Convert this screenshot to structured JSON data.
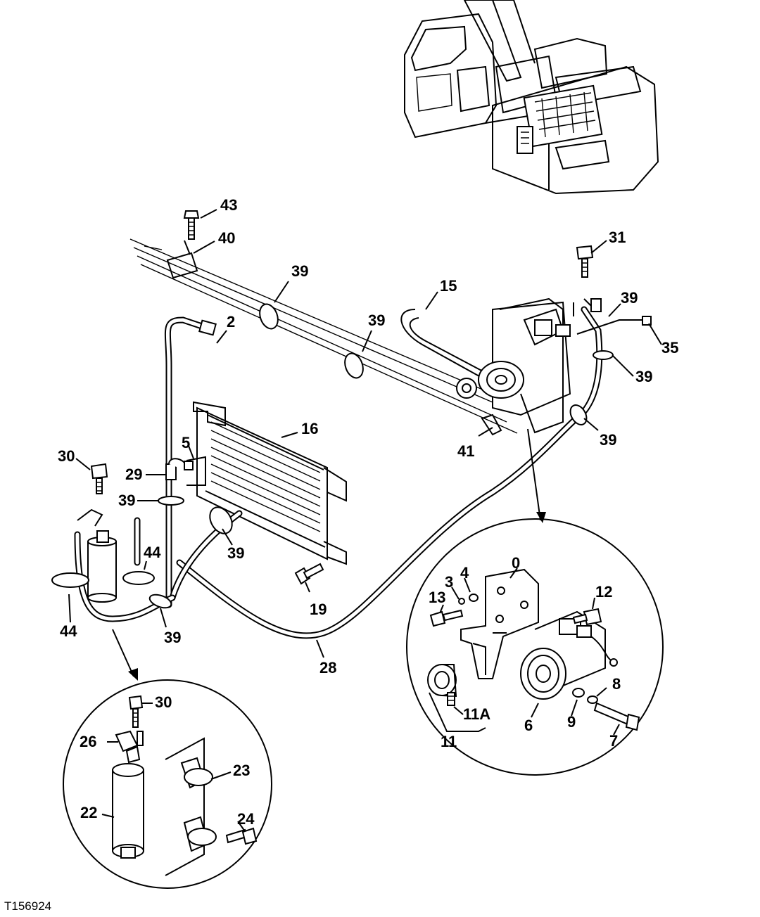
{
  "figure_code": "T156924",
  "callouts": [
    {
      "id": "43"
    },
    {
      "id": "40"
    },
    {
      "id": "39"
    },
    {
      "id": "2"
    },
    {
      "id": "15"
    },
    {
      "id": "31"
    },
    {
      "id": "35"
    },
    {
      "id": "16"
    },
    {
      "id": "5"
    },
    {
      "id": "29"
    },
    {
      "id": "30"
    },
    {
      "id": "41"
    },
    {
      "id": "44"
    },
    {
      "id": "19"
    },
    {
      "id": "28"
    },
    {
      "id": "0"
    },
    {
      "id": "4"
    },
    {
      "id": "3"
    },
    {
      "id": "13"
    },
    {
      "id": "12"
    },
    {
      "id": "8"
    },
    {
      "id": "9"
    },
    {
      "id": "7"
    },
    {
      "id": "6"
    },
    {
      "id": "11"
    },
    {
      "id": "11A"
    },
    {
      "id": "26"
    },
    {
      "id": "22"
    },
    {
      "id": "23"
    },
    {
      "id": "24"
    }
  ]
}
